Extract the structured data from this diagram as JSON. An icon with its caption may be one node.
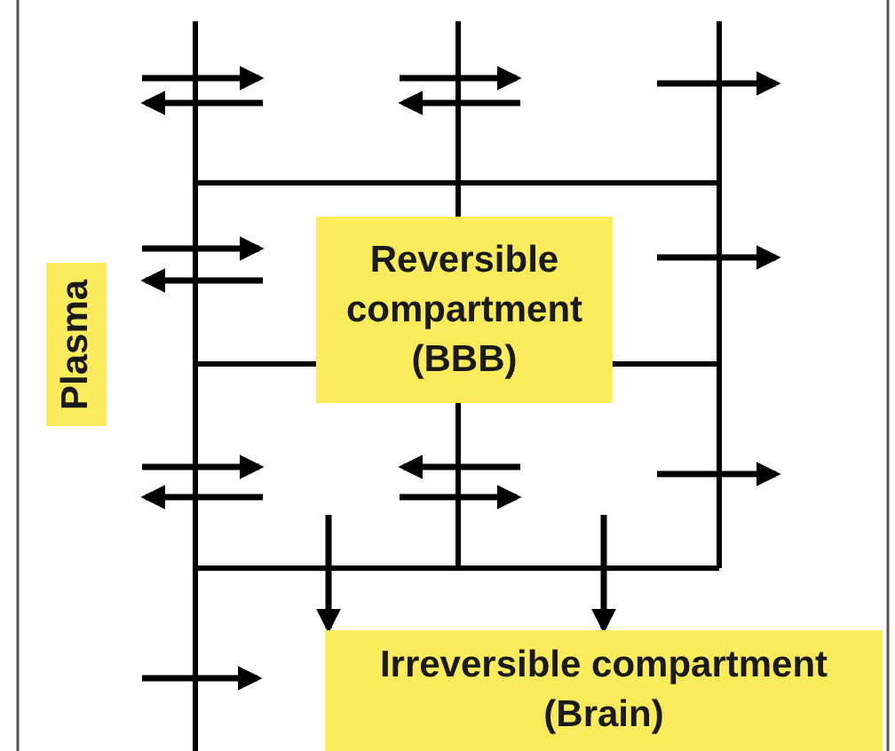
{
  "diagram": {
    "nodes": [
      {
        "text": [
          "Plasma"
        ]
      },
      {
        "text": [
          "Reversible compartment (BBB)"
        ]
      },
      {
        "text": [
          "Irreversible compartment (Brain)"
        ]
      }
    ],
    "edges": [
      {
        "from": null,
        "to": 2,
        "arrow": "to"
      },
      {
        "from": null,
        "to": 2,
        "arrow": "to"
      }
    ]
  }
}
